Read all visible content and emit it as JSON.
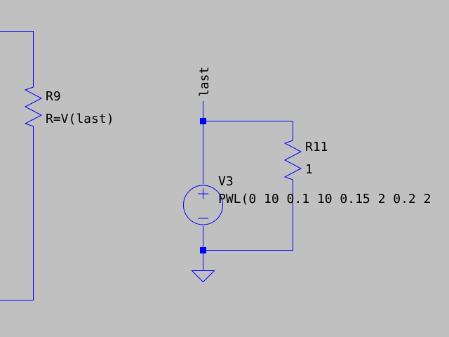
{
  "schematic": {
    "background_color": "#c0c0c0",
    "wire_color": "#0000ff",
    "label_color": "#000000",
    "components": {
      "r9": {
        "designator": "R9",
        "value": "R=V(last)"
      },
      "r11": {
        "designator": "R11",
        "value": "1"
      },
      "v3": {
        "designator": "V3",
        "value": "PWL(0 10 0.1 10 0.15 2 0.2 2"
      }
    },
    "nets": {
      "last": {
        "label": "last"
      }
    },
    "symbols": {
      "ground": "ground-icon",
      "resistor": "resistor-icon",
      "voltage_source": "voltage-source-icon",
      "junction": "junction-dot-icon"
    }
  }
}
